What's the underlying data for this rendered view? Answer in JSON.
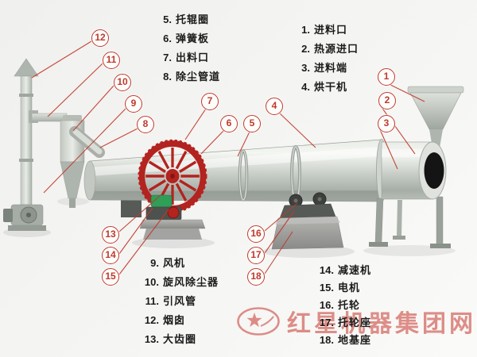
{
  "legend": {
    "top_left": {
      "items": [
        {
          "num": "5.",
          "label": "托辊圈"
        },
        {
          "num": "6.",
          "label": "弹簧板"
        },
        {
          "num": "7.",
          "label": "出料口"
        },
        {
          "num": "8.",
          "label": "除尘管道"
        }
      ]
    },
    "top_right": {
      "items": [
        {
          "num": "1.",
          "label": "进料口"
        },
        {
          "num": "2.",
          "label": "热源进口"
        },
        {
          "num": "3.",
          "label": "进料端"
        },
        {
          "num": "4.",
          "label": "烘干机"
        }
      ]
    },
    "bottom_left": {
      "items": [
        {
          "num": "9.",
          "label": "风机"
        },
        {
          "num": "10.",
          "label": "旋风除尘器"
        },
        {
          "num": "11.",
          "label": "引风管"
        },
        {
          "num": "12.",
          "label": "烟囱"
        },
        {
          "num": "13.",
          "label": "大齿圈"
        }
      ]
    },
    "bottom_right": {
      "items": [
        {
          "num": "14.",
          "label": "减速机"
        },
        {
          "num": "15.",
          "label": "电机"
        },
        {
          "num": "16.",
          "label": "托轮"
        },
        {
          "num": "17.",
          "label": "托轮座"
        },
        {
          "num": "18.",
          "label": "地基座"
        }
      ]
    }
  },
  "callouts": {
    "c1": "1",
    "c2": "2",
    "c3": "3",
    "c4": "4",
    "c5": "5",
    "c6": "6",
    "c7": "7",
    "c8": "8",
    "c9": "9",
    "c10": "10",
    "c11": "11",
    "c12": "12",
    "c13": "13",
    "c14": "14",
    "c15": "15",
    "c16": "16",
    "c17": "17",
    "c18": "18"
  },
  "watermark": {
    "text": "红星机器集团网"
  },
  "colors": {
    "accent": "#c0392b",
    "gear_red": "#b3231f",
    "motor_green": "#2f9e57",
    "background": "#f2f2f0"
  }
}
